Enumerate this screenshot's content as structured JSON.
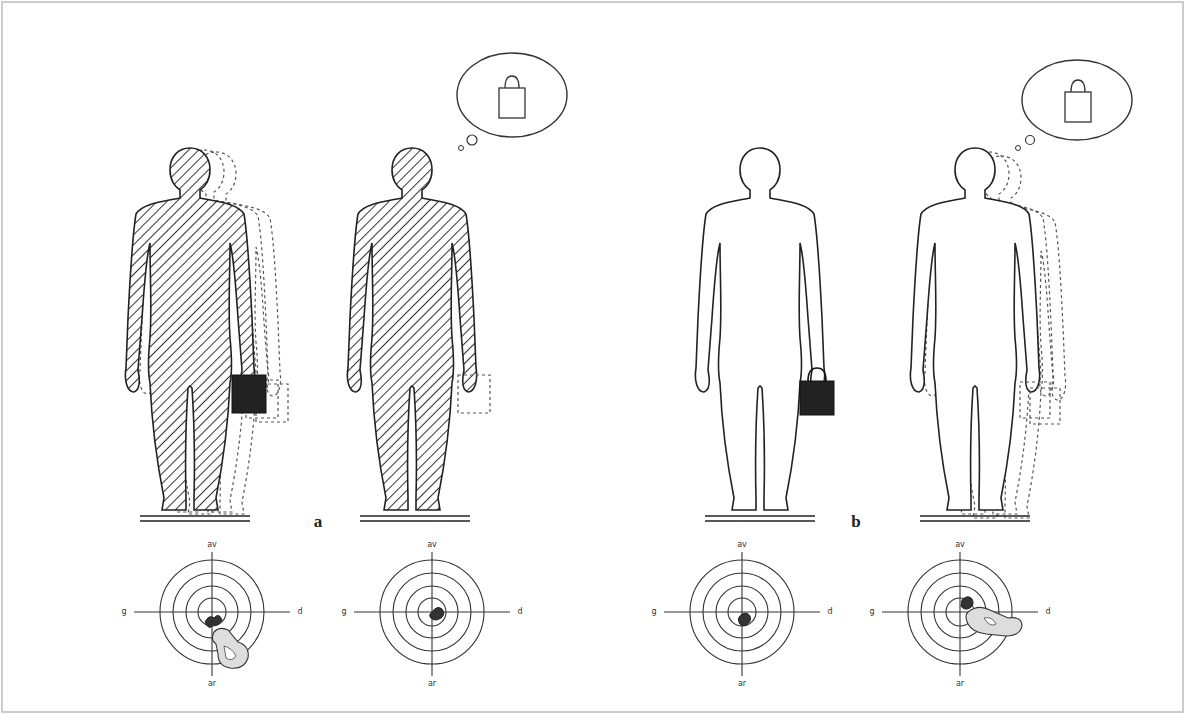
{
  "diagram": {
    "labels": [
      "a",
      "b",
      "av",
      "g",
      "d",
      "ar",
      "av",
      "g",
      "d",
      "ar",
      "av",
      "g",
      "d",
      "ar",
      "av",
      "g",
      "d",
      "ar"
    ]
  }
}
